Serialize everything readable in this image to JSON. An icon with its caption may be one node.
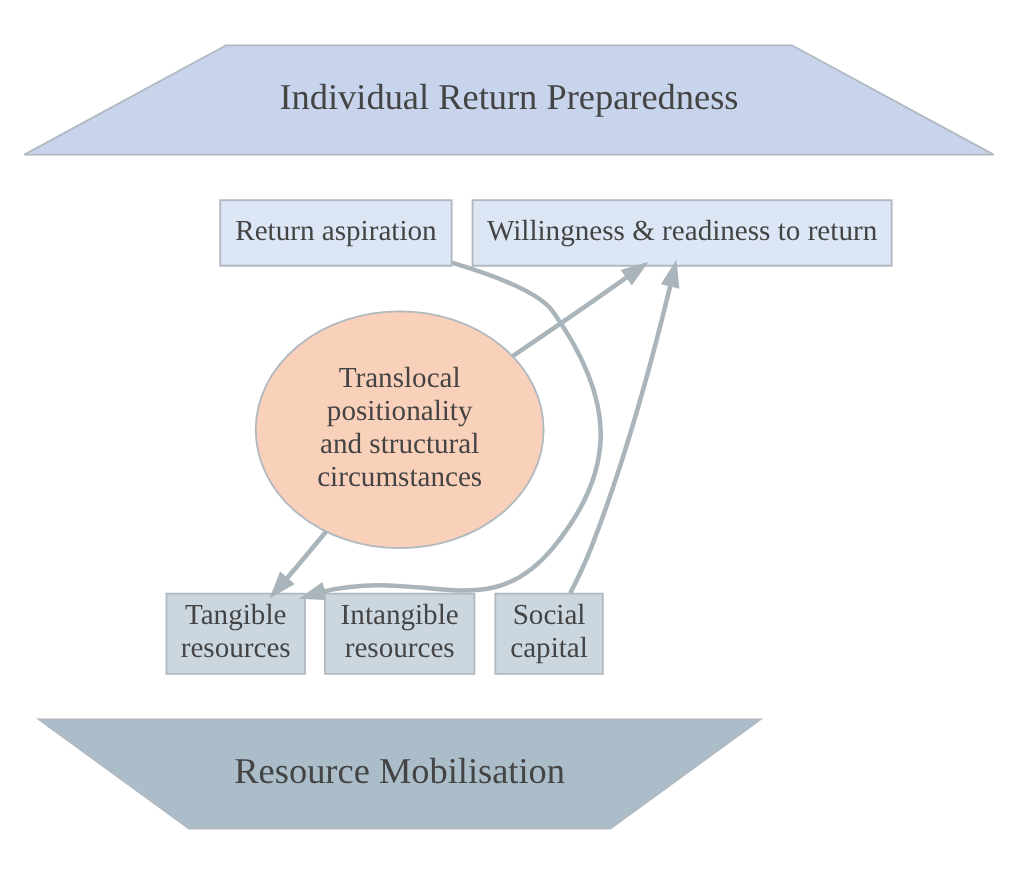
{
  "diagram": {
    "nodes": [
      {
        "text": [
          "Individual Return Preparedness"
        ]
      },
      {
        "text": [
          "Return aspiration"
        ]
      },
      {
        "text": [
          "Willingness & readiness to return"
        ]
      },
      {
        "text": [
          "Translocal positionality and structural circumstances"
        ]
      },
      {
        "text": [
          "Tangible resources"
        ]
      },
      {
        "text": [
          "Intangible resources"
        ]
      },
      {
        "text": [
          "Social capital"
        ]
      },
      {
        "text": [
          "Resource Mobilisation"
        ]
      }
    ],
    "edges": [
      {
        "from": 1,
        "to": 4,
        "arrow": "to"
      },
      {
        "from": 3,
        "to": 4,
        "arrow": "to"
      },
      {
        "from": 6,
        "to": 2,
        "arrow": "to"
      },
      {
        "from": 3,
        "to": 2,
        "arrow": "to"
      }
    ]
  }
}
